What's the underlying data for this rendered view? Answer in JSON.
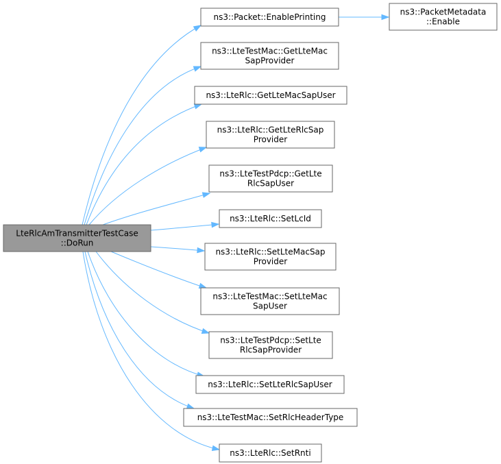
{
  "graph": {
    "edge_color": "#63b8ff",
    "root_fill": "#999999",
    "border_color": "#666666",
    "root": {
      "id": "root",
      "lines": [
        "LteRlcAmTransmitterTestCase",
        "::DoRun"
      ]
    },
    "nodes": [
      {
        "id": "enable-printing",
        "lines": [
          "ns3::Packet::EnablePrinting"
        ]
      },
      {
        "id": "metadata-enable",
        "lines": [
          "ns3::PacketMetadata",
          "::Enable"
        ]
      },
      {
        "id": "get-lte-mac-sap-provider",
        "lines": [
          "ns3::LteTestMac::GetLteMac",
          "SapProvider"
        ]
      },
      {
        "id": "get-lte-mac-sap-user",
        "lines": [
          "ns3::LteRlc::GetLteMacSapUser"
        ]
      },
      {
        "id": "get-lte-rlc-sap-provider",
        "lines": [
          "ns3::LteRlc::GetLteRlcSap",
          "Provider"
        ]
      },
      {
        "id": "get-lte-rlc-sap-user",
        "lines": [
          "ns3::LteTestPdcp::GetLte",
          "RlcSapUser"
        ]
      },
      {
        "id": "set-lc-id",
        "lines": [
          "ns3::LteRlc::SetLcId"
        ]
      },
      {
        "id": "set-lte-mac-sap-provider",
        "lines": [
          "ns3::LteRlc::SetLteMacSap",
          "Provider"
        ]
      },
      {
        "id": "set-lte-mac-sap-user",
        "lines": [
          "ns3::LteTestMac::SetLteMac",
          "SapUser"
        ]
      },
      {
        "id": "set-lte-rlc-sap-provider",
        "lines": [
          "ns3::LteTestPdcp::SetLte",
          "RlcSapProvider"
        ]
      },
      {
        "id": "set-lte-rlc-sap-user",
        "lines": [
          "ns3::LteRlc::SetLteRlcSapUser"
        ]
      },
      {
        "id": "set-rlc-header-type",
        "lines": [
          "ns3::LteTestMac::SetRlcHeaderType"
        ]
      },
      {
        "id": "set-rnti",
        "lines": [
          "ns3::LteRlc::SetRnti"
        ]
      }
    ],
    "edges": [
      [
        "root",
        "enable-printing"
      ],
      [
        "enable-printing",
        "metadata-enable"
      ],
      [
        "root",
        "get-lte-mac-sap-provider"
      ],
      [
        "root",
        "get-lte-mac-sap-user"
      ],
      [
        "root",
        "get-lte-rlc-sap-provider"
      ],
      [
        "root",
        "get-lte-rlc-sap-user"
      ],
      [
        "root",
        "set-lc-id"
      ],
      [
        "root",
        "set-lte-mac-sap-provider"
      ],
      [
        "root",
        "set-lte-mac-sap-user"
      ],
      [
        "root",
        "set-lte-rlc-sap-provider"
      ],
      [
        "root",
        "set-lte-rlc-sap-user"
      ],
      [
        "root",
        "set-rlc-header-type"
      ],
      [
        "root",
        "set-rnti"
      ]
    ]
  }
}
